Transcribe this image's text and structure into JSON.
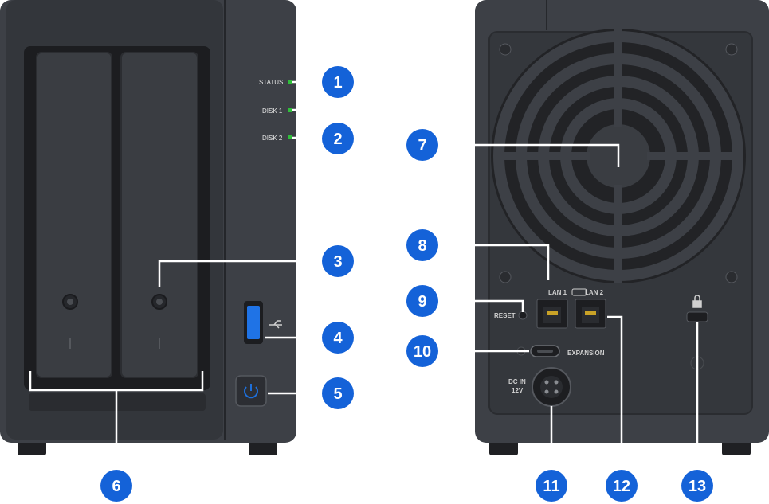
{
  "front": {
    "status_label": "STATUS",
    "disk1_label": "DISK 1",
    "disk2_label": "DISK 2",
    "led_color": "#2fbf3a",
    "power_led_color": "#1e6fd9",
    "usb_port_color": "#1f73e6"
  },
  "rear": {
    "lan1_label": "LAN 1",
    "lan2_label": "LAN 2",
    "reset_label": "RESET",
    "expansion_label": "EXPANSION",
    "dc_in_label": "DC IN",
    "dc_voltage_label": "12V"
  },
  "callouts": [
    "1",
    "2",
    "3",
    "4",
    "5",
    "6",
    "7",
    "8",
    "9",
    "10",
    "11",
    "12",
    "13"
  ],
  "colors": {
    "callout_blue": "#1462d8",
    "chassis": "#3b3e44",
    "chassis_dark": "#2a2c30",
    "line": "#ffffff"
  }
}
